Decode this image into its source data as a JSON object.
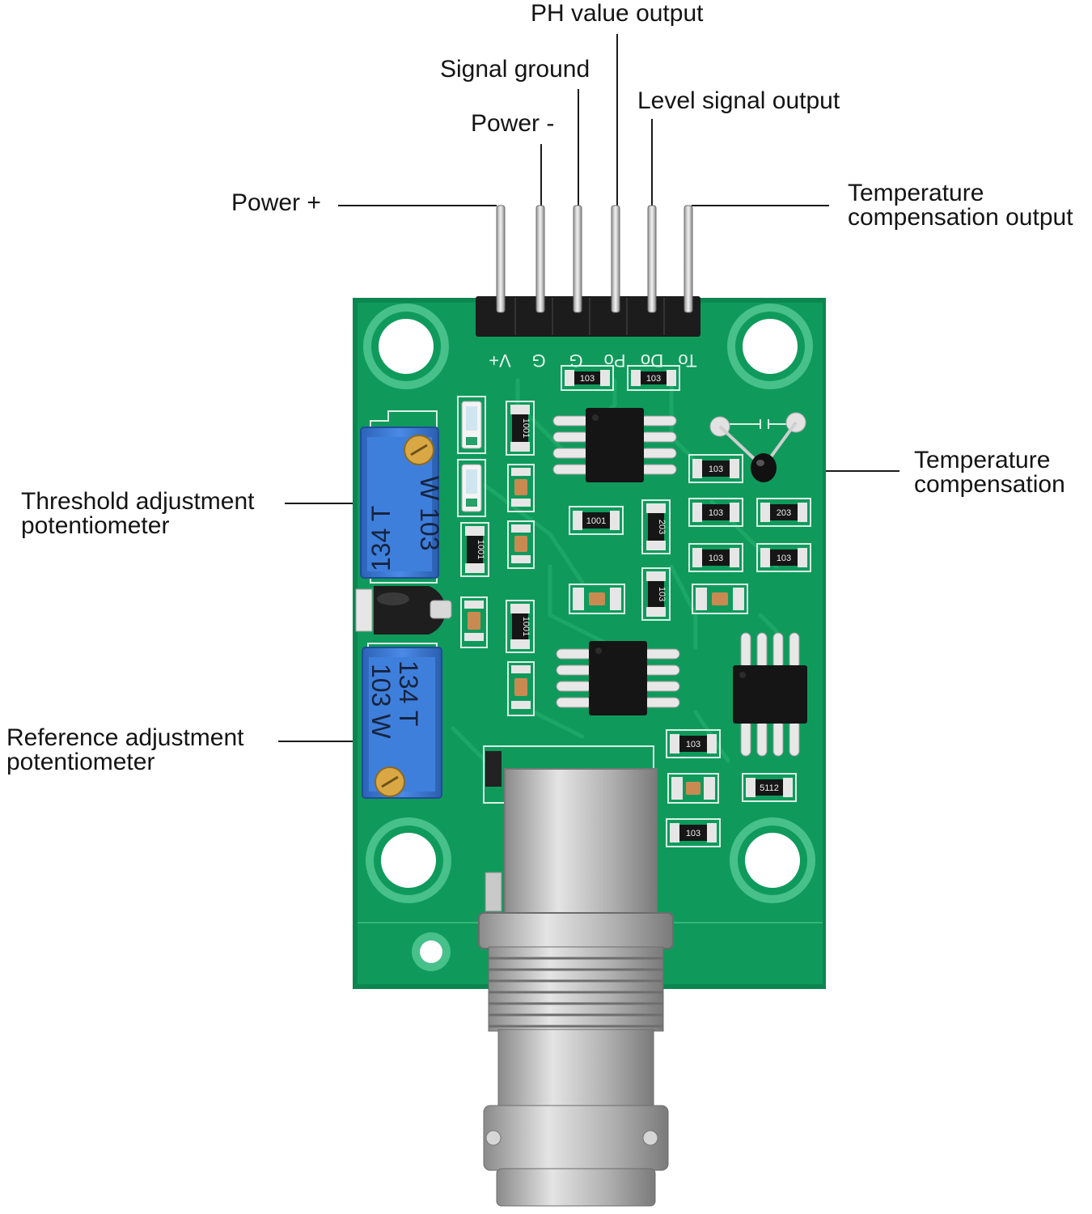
{
  "callouts": {
    "ph_value_output": "PH value output",
    "signal_ground": "Signal ground",
    "level_signal_output": "Level signal output",
    "power_minus": "Power -",
    "power_plus": "Power +",
    "temp_comp_output_line1": "Temperature",
    "temp_comp_output_line2": "compensation output",
    "temp_comp_line1": "Temperature",
    "temp_comp_line2": "compensation",
    "threshold_pot_line1": "Threshold adjustment",
    "threshold_pot_line2": "potentiometer",
    "reference_pot_line1": "Reference adjustment",
    "reference_pot_line2": "potentiometer"
  },
  "board": {
    "pin_labels": [
      "V+",
      "G",
      "G",
      "Po",
      "Do",
      "To"
    ],
    "pot_top_code": [
      "134 T",
      "W 103"
    ],
    "pot_bottom_code": [
      "134 T",
      "103 W"
    ],
    "resistor_codes": [
      "103",
      "103",
      "1001",
      "1001",
      "1001",
      "1001",
      "103",
      "103",
      "203",
      "203",
      "103",
      "103",
      "103",
      "103",
      "103",
      "5112"
    ]
  },
  "colors": {
    "pcb": "#0f9a5c",
    "pcb_edge": "#0c8650",
    "potentiometer": "#3576d4",
    "connector_metal": "#b7b7b7",
    "text": "#141414"
  }
}
